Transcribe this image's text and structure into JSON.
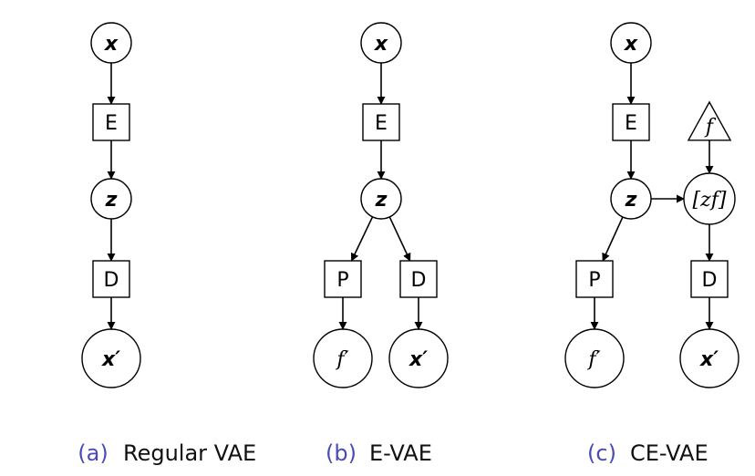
{
  "colors": {
    "caption_tag": "#4a4ab8",
    "ink": "#000000"
  },
  "panels": [
    {
      "caption_tag": "(a)",
      "caption_text": "Regular VAE",
      "nodes": [
        {
          "id": "a_x",
          "shape": "circle",
          "label": "x",
          "style": "boldmath"
        },
        {
          "id": "a_E",
          "shape": "square",
          "label": "E",
          "style": "sq"
        },
        {
          "id": "a_z",
          "shape": "circle",
          "label": "z",
          "style": "boldmath"
        },
        {
          "id": "a_D",
          "shape": "square",
          "label": "D",
          "style": "sq"
        },
        {
          "id": "a_xp",
          "shape": "circle",
          "label": "x′",
          "style": "boldmath"
        }
      ],
      "edges": [
        [
          "a_x",
          "a_E"
        ],
        [
          "a_E",
          "a_z"
        ],
        [
          "a_z",
          "a_D"
        ],
        [
          "a_D",
          "a_xp"
        ]
      ]
    },
    {
      "caption_tag": "(b)",
      "caption_text": "E-VAE",
      "nodes": [
        {
          "id": "b_x",
          "shape": "circle",
          "label": "x",
          "style": "boldmath"
        },
        {
          "id": "b_E",
          "shape": "square",
          "label": "E",
          "style": "sq"
        },
        {
          "id": "b_z",
          "shape": "circle",
          "label": "z",
          "style": "boldmath"
        },
        {
          "id": "b_P",
          "shape": "square",
          "label": "P",
          "style": "sq"
        },
        {
          "id": "b_D",
          "shape": "square",
          "label": "D",
          "style": "sq"
        },
        {
          "id": "b_fp",
          "shape": "circle",
          "label": "f′",
          "style": "math"
        },
        {
          "id": "b_xp",
          "shape": "circle",
          "label": "x′",
          "style": "boldmath"
        }
      ],
      "edges": [
        [
          "b_x",
          "b_E"
        ],
        [
          "b_E",
          "b_z"
        ],
        [
          "b_z",
          "b_P"
        ],
        [
          "b_z",
          "b_D"
        ],
        [
          "b_P",
          "b_fp"
        ],
        [
          "b_D",
          "b_xp"
        ]
      ]
    },
    {
      "caption_tag": "(c)",
      "caption_text": "CE-VAE",
      "nodes": [
        {
          "id": "c_x",
          "shape": "circle",
          "label": "x",
          "style": "boldmath"
        },
        {
          "id": "c_E",
          "shape": "square",
          "label": "E",
          "style": "sq"
        },
        {
          "id": "c_f",
          "shape": "triangle",
          "label": "f",
          "style": "math"
        },
        {
          "id": "c_z",
          "shape": "circle",
          "label": "z",
          "style": "boldmath"
        },
        {
          "id": "c_zf",
          "shape": "circle",
          "label": "[zf]",
          "style": "math"
        },
        {
          "id": "c_P",
          "shape": "square",
          "label": "P",
          "style": "sq"
        },
        {
          "id": "c_D",
          "shape": "square",
          "label": "D",
          "style": "sq"
        },
        {
          "id": "c_fp",
          "shape": "circle",
          "label": "f′",
          "style": "math"
        },
        {
          "id": "c_xp",
          "shape": "circle",
          "label": "x′",
          "style": "boldmath"
        }
      ],
      "edges": [
        [
          "c_x",
          "c_E"
        ],
        [
          "c_E",
          "c_z"
        ],
        [
          "c_f",
          "c_zf"
        ],
        [
          "c_z",
          "c_zf"
        ],
        [
          "c_z",
          "c_P"
        ],
        [
          "c_zf",
          "c_D"
        ],
        [
          "c_P",
          "c_fp"
        ],
        [
          "c_D",
          "c_xp"
        ]
      ]
    }
  ]
}
